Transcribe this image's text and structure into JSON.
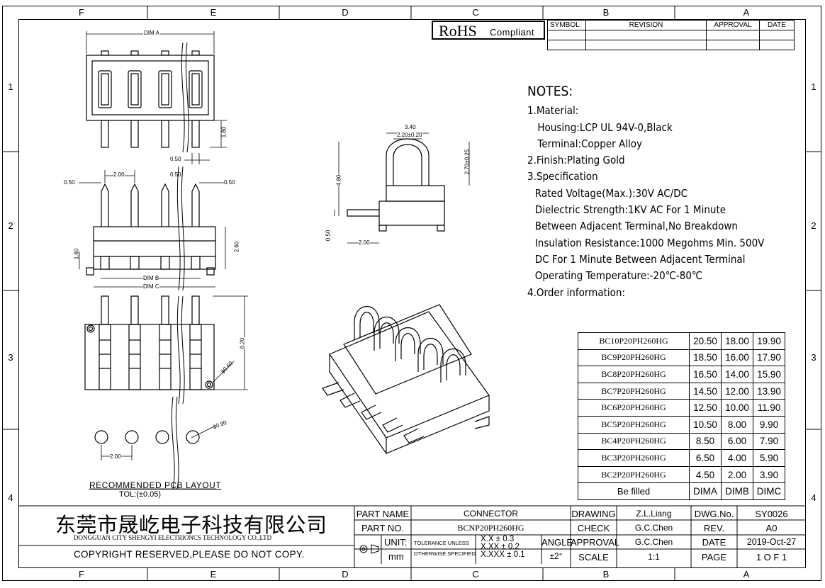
{
  "zones": {
    "cols": [
      "F",
      "E",
      "D",
      "C",
      "B",
      "A"
    ],
    "rows": [
      "1",
      "2",
      "3",
      "4"
    ]
  },
  "rohs": {
    "main": "RoHS",
    "sub": "Compliant"
  },
  "revision_table": {
    "headers": [
      "SYMBOL",
      "REVISION",
      "APPROVAL",
      "DATE"
    ]
  },
  "dims": {
    "dim_a": "DIM A",
    "dim_b": "DIM B",
    "dim_c": "DIM C",
    "d180": "1.80",
    "d050a": "0.50",
    "d050b": "0.50",
    "d050c": "0.50",
    "d050d": "0.50",
    "d200a": "2.00",
    "d160": "1.60",
    "d260": "2.60",
    "d620": "6.20",
    "d060": "ϕ0.60",
    "d340": "3.40",
    "d220": "2.20±0.20",
    "d270": "2.70±0.25",
    "d480": "4.80",
    "d050e": "0.50",
    "d200b": "2.00",
    "d200c": "2.00",
    "d090": "ϕ0.90"
  },
  "pcb_layout": {
    "title": "RECOMMENDED PCB LAYOUT",
    "tol": "TOL:(±0.05)"
  },
  "notes": {
    "heading": "NOTES:",
    "lines": [
      {
        "t": "1.Material:",
        "c": ""
      },
      {
        "t": "Housing:LCP UL 94V-0,Black",
        "c": "i1"
      },
      {
        "t": "Terminal:Copper Alloy",
        "c": "i1"
      },
      {
        "t": "2.Finish:Plating Gold",
        "c": ""
      },
      {
        "t": "3.Specification",
        "c": ""
      },
      {
        "t": "Rated Voltage(Max.):30V AC/DC",
        "c": "i2"
      },
      {
        "t": "Dielectric Strength:1KV AC For 1 Minute",
        "c": "i2"
      },
      {
        "t": "Between Adjacent Terminal,No Breakdown",
        "c": "i2"
      },
      {
        "t": "Insulation Resistance:1000 Megohms Min. 500V",
        "c": "i2"
      },
      {
        "t": "DC For 1 Minute Between Adjacent Terminal",
        "c": "i2"
      },
      {
        "t": "Operating Temperature:-20℃-80℃",
        "c": "i2"
      },
      {
        "t": "4.Order information:",
        "c": ""
      }
    ]
  },
  "order_table": {
    "rows": [
      [
        "BC10P20PH260HG",
        "20.50",
        "18.00",
        "19.90"
      ],
      [
        "BC9P20PH260HG",
        "18.50",
        "16.00",
        "17.90"
      ],
      [
        "BC8P20PH260HG",
        "16.50",
        "14.00",
        "15.90"
      ],
      [
        "BC7P20PH260HG",
        "14.50",
        "12.00",
        "13.90"
      ],
      [
        "BC6P20PH260HG",
        "12.50",
        "10.00",
        "11.90"
      ],
      [
        "BC5P20PH260HG",
        "10.50",
        "8.00",
        "9.90"
      ],
      [
        "BC4P20PH260HG",
        "8.50",
        "6.00",
        "7.90"
      ],
      [
        "BC3P20PH260HG",
        "6.50",
        "4.00",
        "5.90"
      ],
      [
        "BC2P20PH260HG",
        "4.50",
        "2.00",
        "3.90"
      ]
    ],
    "footer": [
      "Be filled",
      "DIMA",
      "DIMB",
      "DIMC"
    ]
  },
  "title_block": {
    "company_cn": "东莞市晟屹电子科技有限公司",
    "company_en": "DONGGUAN CITY SHENGYI ELECTRIONCS TECHNOLOGY CO.,LTD",
    "copyright": "COPYRIGHT RESERVED,PLEASE DO NOT COPY.",
    "part_name_label": "PART NAME",
    "part_name": "CONNECTOR",
    "part_no_label": "PART NO.",
    "part_no": "BCNP20PH260HG",
    "unit_label": "UNIT:",
    "unit": "mm",
    "tol_1": "TOLERANCE UNLESS",
    "tol_2": "OTHERWISE SPECIFIED",
    "tol_a": "X.X ± 0.3",
    "tol_b": "X.XX ± 0.2",
    "tol_c": "X.XXX ± 0.1",
    "angle_label": "ANGLE",
    "angle": "±2°",
    "drawing_label": "DRAWING",
    "drawing": "Z.L.Liang",
    "check_label": "CHECK",
    "check": "G.C.Chen",
    "approval_label": "APPROVAL",
    "approval": "G.C.Chen",
    "scale_label": "SCALE",
    "scale": "1:1",
    "dwg_label": "DWG.No.",
    "dwg": "SY0026",
    "rev_label": "REV.",
    "rev": "A0",
    "date_label": "DATE",
    "date": "2019-Oct-27",
    "page_label": "PAGE",
    "page": "1 O F 1"
  }
}
